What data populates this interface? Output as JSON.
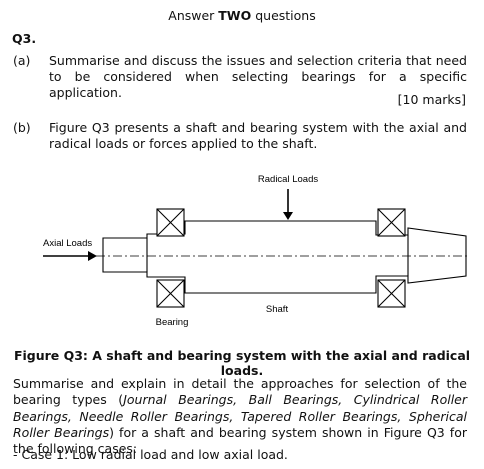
{
  "header": {
    "prefix": "Answer ",
    "bold": "TWO",
    "suffix": " questions"
  },
  "question_number": "Q3.",
  "part_a": {
    "label": "(a)",
    "text": "Summarise and discuss the issues and selection criteria that need to be considered when selecting bearings for a specific application.",
    "marks": "[10 marks]"
  },
  "part_b": {
    "label": "(b)",
    "text": "Figure Q3 presents a shaft and bearing system with the axial and radical loads or forces applied to the shaft."
  },
  "figure": {
    "radical_loads_label": "Radical Loads",
    "axial_loads_label": "Axial Loads",
    "bearing_label": "Bearing",
    "shaft_label": "Shaft",
    "caption": "Figure Q3: A shaft and bearing system with the axial and radical loads."
  },
  "summary": {
    "intro": "Summarise and explain in detail the approaches for selection of the bearing types (",
    "types": "Journal Bearings, Ball Bearings, Cylindrical Roller Bearings, Needle Roller Bearings, Tapered Roller Bearings, Spherical Roller Bearings",
    "outro": ") for a shaft and bearing system shown in Figure Q3 for the following cases:"
  },
  "case1": "- Case 1: Low radial load and low axial load."
}
